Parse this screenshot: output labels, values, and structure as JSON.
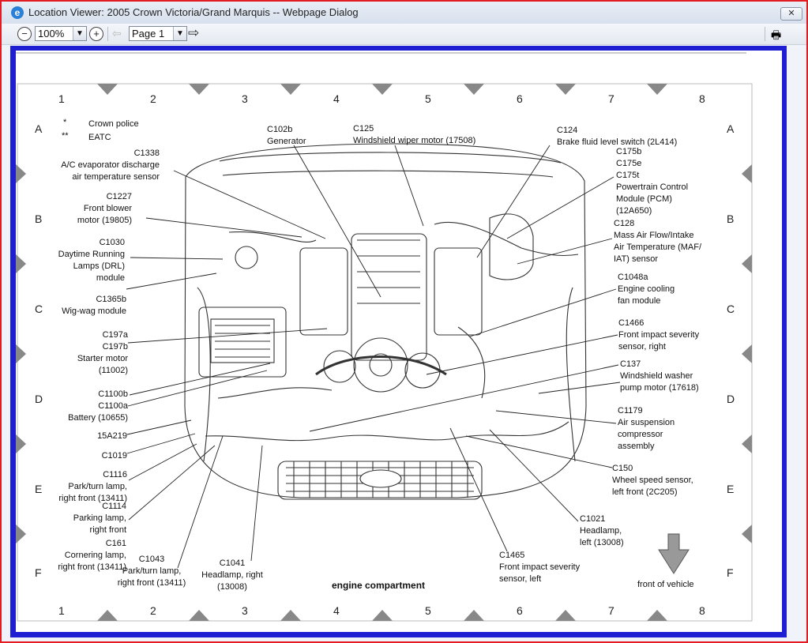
{
  "window": {
    "title": "Location Viewer: 2005 Crown Victoria/Grand Marquis -- Webpage Dialog",
    "close_label": "✕"
  },
  "toolbar": {
    "zoom_value": "100%",
    "page_value": "Page 1",
    "zoom_out_label": "−",
    "zoom_in_label": "+",
    "icons": [
      "zoom-out-icon",
      "zoom-in-icon",
      "go-arrow-icon",
      "print-icon"
    ]
  },
  "diagram": {
    "columns": [
      "1",
      "2",
      "3",
      "4",
      "5",
      "6",
      "7",
      "8"
    ],
    "rows": [
      "A",
      "B",
      "C",
      "D",
      "E",
      "F"
    ],
    "legend": [
      {
        "symbol": "*",
        "text": "Crown police"
      },
      {
        "symbol": "**",
        "text": "EATC"
      }
    ],
    "caption": "engine compartment",
    "front_label": "front of vehicle",
    "left_callouts": [
      {
        "lines": [
          "C1338",
          "A/C evaporator discharge",
          "air temperature sensor"
        ]
      },
      {
        "lines": [
          "C1227",
          "Front blower",
          "motor (19805)"
        ]
      },
      {
        "lines": [
          "C1030",
          "Daytime Running",
          "Lamps (DRL)",
          "module"
        ]
      },
      {
        "lines": [
          "C1365b",
          "Wig-wag module"
        ]
      },
      {
        "lines": [
          "C197a",
          "C197b",
          "Starter motor",
          "(11002)"
        ]
      },
      {
        "lines": [
          "C1100b",
          "C1100a",
          "Battery (10655)"
        ]
      },
      {
        "lines": [
          "15A219"
        ]
      },
      {
        "lines": [
          "C1019"
        ]
      },
      {
        "lines": [
          "C1116",
          "Park/turn lamp,",
          "right front (13411)"
        ]
      },
      {
        "lines": [
          "C1114",
          "Parking lamp,",
          "right front"
        ]
      },
      {
        "lines": [
          "C161",
          "Cornering lamp,",
          "right front (13411)"
        ]
      }
    ],
    "top_callouts": [
      {
        "lines": [
          "C102b",
          "Generator"
        ]
      },
      {
        "lines": [
          "C125",
          "Windshield wiper motor (17508)"
        ]
      },
      {
        "lines": [
          "C124",
          "Brake fluid level switch (2L414)"
        ]
      }
    ],
    "right_callouts": [
      {
        "lines": [
          "C175b",
          "C175e",
          "C175t",
          "Powertrain Control",
          "Module (PCM)",
          "(12A650)"
        ]
      },
      {
        "lines": [
          "C128",
          "Mass Air Flow/Intake",
          "Air Temperature (MAF/",
          "IAT) sensor"
        ]
      },
      {
        "lines": [
          "C1048a",
          "Engine cooling",
          "fan module"
        ]
      },
      {
        "lines": [
          "C1466",
          "Front impact severity",
          "sensor, right"
        ]
      },
      {
        "lines": [
          "C137",
          "Windshield washer",
          "pump motor (17618)"
        ]
      },
      {
        "lines": [
          "C1179",
          "Air suspension",
          "compressor",
          "assembly"
        ]
      },
      {
        "lines": [
          "C150",
          "Wheel speed sensor,",
          "left front (2C205)"
        ]
      },
      {
        "lines": [
          "C1021",
          "Headlamp,",
          "left (13008)"
        ]
      }
    ],
    "bottom_callouts": [
      {
        "lines": [
          "C1043",
          "Park/turn lamp,",
          "right front (13411)"
        ]
      },
      {
        "lines": [
          "C1041",
          "Headlamp, right",
          "(13008)"
        ]
      },
      {
        "lines": [
          "C1465",
          "Front impact severity",
          "sensor, left"
        ]
      }
    ]
  }
}
